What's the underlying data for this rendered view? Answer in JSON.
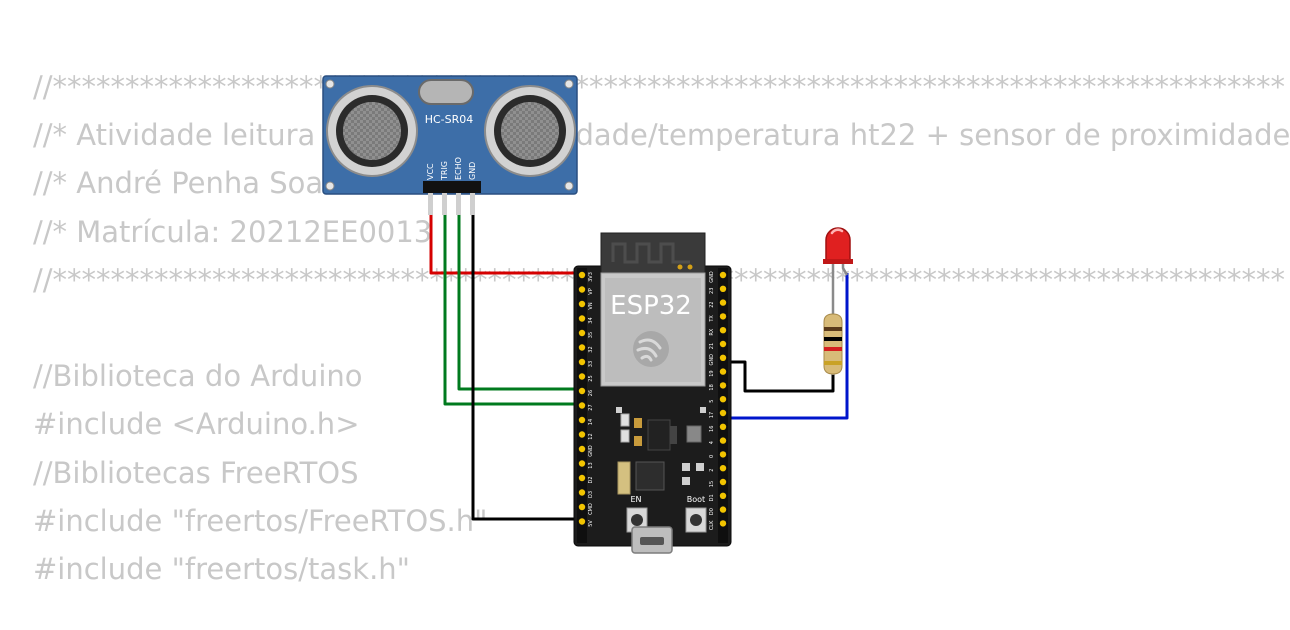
{
  "code_lines": [
    "//*************************************************************************************",
    "//* Atividade leitura de sensor de umidade/temperatura ht22 + sensor de proximidade",
    "//* André Penha Soares",
    "//* Matrícula: 20212EE0013",
    "//*************************************************************************************",
    "",
    "//Biblioteca do Arduino",
    "#include <Arduino.h>",
    "//Bibliotecas FreeRTOS",
    "#include \"freertos/FreeRTOS.h\"",
    "#include \"freertos/task.h\""
  ],
  "ultrasonic": {
    "label": "HC-SR04",
    "pins": [
      "VCC",
      "TRIG",
      "ECHO",
      "GND"
    ]
  },
  "esp32": {
    "label": "ESP32",
    "left_pins": [
      "3V3",
      "VP",
      "VN",
      "34",
      "35",
      "32",
      "33",
      "25",
      "26",
      "27",
      "14",
      "12",
      "GND",
      "13",
      "D2",
      "D3",
      "CMD",
      "5V"
    ],
    "right_pins": [
      "GND",
      "23",
      "22",
      "TX",
      "RX",
      "21",
      "GND",
      "19",
      "18",
      "5",
      "17",
      "16",
      "4",
      "0",
      "2",
      "15",
      "D1",
      "D0",
      "CLK"
    ],
    "en_label": "EN",
    "boot_label": "Boot"
  },
  "wire_colors": {
    "vcc": "#d50000",
    "trig": "#007a1e",
    "echo": "#007a1e",
    "gnd": "#000000",
    "led_cathode": "#000000",
    "led_anode": "#0015cc"
  },
  "colors": {
    "code_text": "#c8c8c8",
    "sensor_board": "#3d6ea8",
    "esp_board": "#1c1c1c",
    "header_pin": "#f2c400",
    "led": "#e02020"
  }
}
